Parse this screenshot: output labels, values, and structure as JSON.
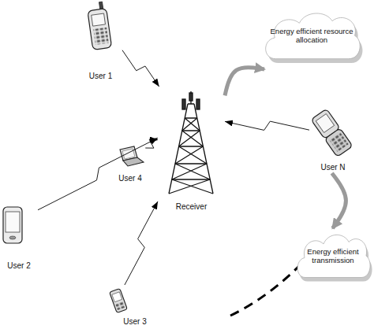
{
  "diagram": {
    "nodes": [
      {
        "text": [
          "User 1"
        ]
      },
      {
        "text": [
          "Energy efficient resource allocation"
        ]
      },
      {
        "text": [
          "User N"
        ]
      },
      {
        "text": [
          "User 4"
        ]
      },
      {
        "text": [
          "Receiver"
        ]
      },
      {
        "text": [
          "User 2"
        ]
      },
      {
        "text": [
          "User 3"
        ]
      },
      {
        "text": [
          "Energy efficient transmission"
        ]
      }
    ],
    "edges": [
      {
        "from": 0,
        "to": 4,
        "arrow": "to"
      },
      {
        "from": 2,
        "to": 4,
        "arrow": "to"
      },
      {
        "from": 3,
        "to": 4,
        "arrow": "to"
      },
      {
        "from": 5,
        "to": 4,
        "arrow": "to"
      },
      {
        "from": 6,
        "to": 4,
        "arrow": "to"
      },
      {
        "from": 4,
        "to": 1,
        "arrow": "to"
      },
      {
        "from": 2,
        "to": 7,
        "arrow": "to"
      }
    ]
  }
}
